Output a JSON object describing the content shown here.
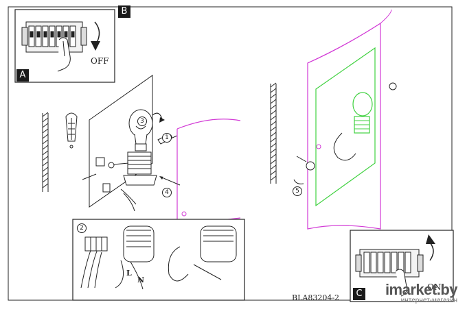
{
  "panels": {
    "a": {
      "tag": "A",
      "label": "OFF"
    },
    "b": {
      "tag": "B"
    },
    "c": {
      "tag": "C",
      "label": "ON"
    }
  },
  "steps": [
    "1",
    "2",
    "3",
    "4",
    "5"
  ],
  "wire_labels": {
    "live": "L",
    "neutral": "N"
  },
  "model_code": "BLA83204-2",
  "watermark": {
    "brand": "imarket.by",
    "subtitle": "интернет-магазин"
  },
  "colors": {
    "shade_outline": "#d23ad6",
    "installed_lamp": "#3fd13f",
    "line": "#222222"
  }
}
